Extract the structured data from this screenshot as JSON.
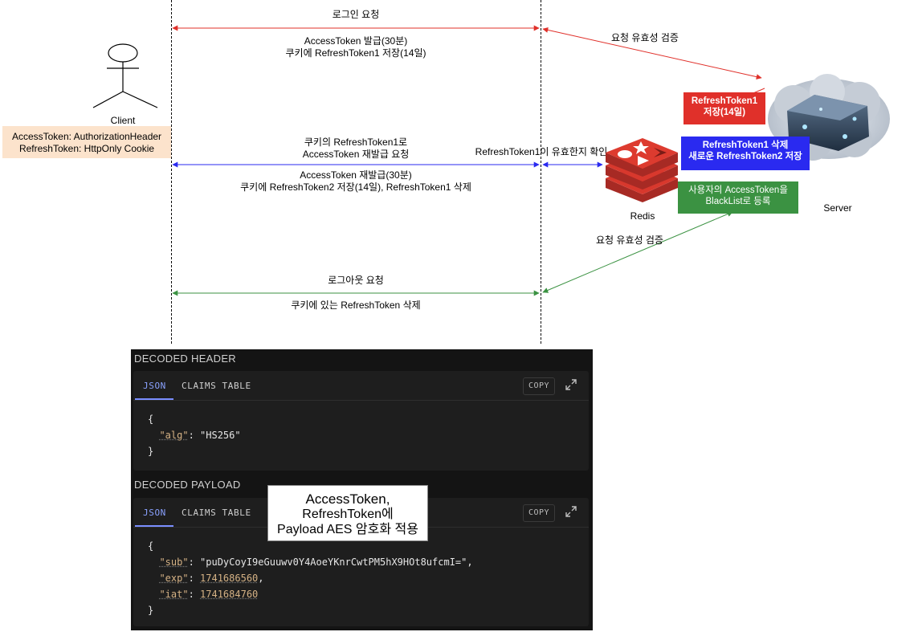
{
  "actors": {
    "client": "Client",
    "redis": "Redis",
    "server": "Server"
  },
  "client_tokens": {
    "line1": "AccessToken: AuthorizationHeader",
    "line2": "RefreshToken: HttpOnly Cookie"
  },
  "login": {
    "request": "로그인 요청",
    "response_line1": "AccessToken 발급(30분)",
    "response_line2": "쿠키에 RefreshToken1 저장(14일)",
    "validate": "요청 유효성 검증"
  },
  "reissue": {
    "request_line1": "쿠키의 RefreshToken1로",
    "request_line2": "AccessToken 재발급 요청",
    "check": "RefreshToken1이 유효한지 확인",
    "response_line1": "AccessToken 재발급(30분)",
    "response_line2": "쿠키에 RefreshToken2 저장(14일), RefreshToken1 삭제"
  },
  "logout": {
    "request": "로그아웃 요청",
    "response": "쿠키에 있는 RefreshToken 삭제",
    "validate": "요청 유효성 검증"
  },
  "badges": {
    "red_line1": "RefreshToken1",
    "red_line2": "저장(14일)",
    "blue_line1": "RefreshToken1 삭제",
    "blue_line2": "새로운 RefreshToken2 저장",
    "green_line1": "사용자의 AccessToken을",
    "green_line2": "BlackList로 등록"
  },
  "colors": {
    "red_arrow": "#e0302a",
    "blue_arrow": "#2a2af0",
    "green_arrow": "#3b9242"
  },
  "jwt": {
    "header_title": "DECODED HEADER",
    "payload_title": "DECODED PAYLOAD",
    "tab_json": "JSON",
    "tab_claims": "CLAIMS TABLE",
    "copy": "COPY",
    "header": {
      "open": "{",
      "alg_key": "\"alg\"",
      "alg_value": "\"HS256\"",
      "close": "}"
    },
    "payload": {
      "open": "{",
      "sub_key": "\"sub\"",
      "sub_value": "\"puDyCoyI9eGuuwv0Y4AoeYKnrCwtPM5hX9HOt8ufcmI=\"",
      "exp_key": "\"exp\"",
      "exp_value": "1741686560",
      "iat_key": "\"iat\"",
      "iat_value": "1741684760",
      "close": "}"
    }
  },
  "note": {
    "line1": "AccessToken,",
    "line2": "RefreshToken에",
    "line3": "Payload AES 암호화 적용"
  }
}
